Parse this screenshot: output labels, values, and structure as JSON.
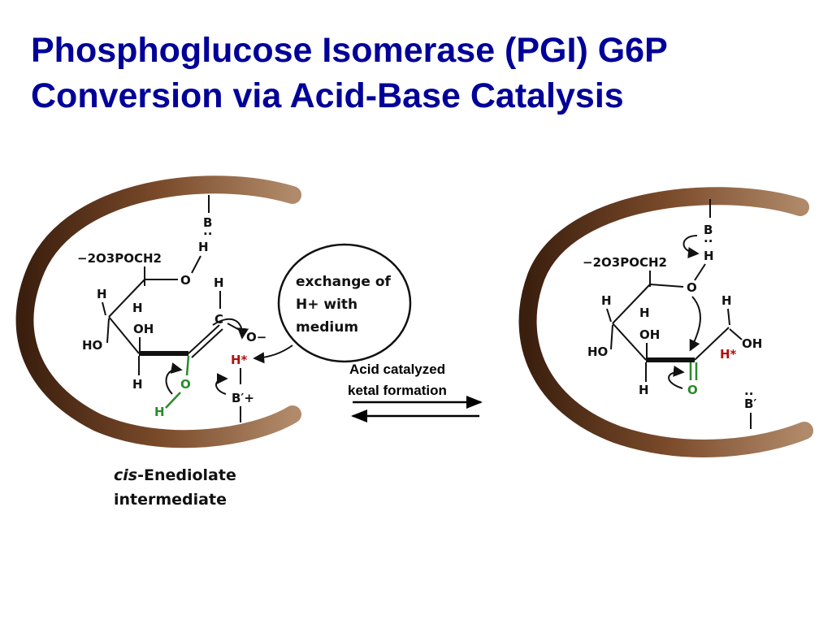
{
  "title": {
    "line1": "Phosphoglucose Isomerase (PGI) G6P",
    "line2": "Conversion via Acid-Base Catalysis"
  },
  "colors": {
    "title": "#000099",
    "enzyme_pocket": "#6b3a1e",
    "highlight_green": "#2a8a2a",
    "highlight_red": "#b01010"
  },
  "left_structure": {
    "base_top": "B",
    "base_top_lonepair": "..",
    "phosphate_group": "−2O3POCH2",
    "ring_oxygen": "O",
    "h_on_base": "H",
    "h_c5": "H",
    "h_c4": "H",
    "oh_c3": "OH",
    "ho_c4": "HO",
    "h_c3": "H",
    "h_c1": "H",
    "c1": "C",
    "oxyanion": "O−",
    "h_star": "H*",
    "base_bottom": "B′+",
    "enol_oxygen": "O",
    "enol_h": "H"
  },
  "exchange_bubble": {
    "line1": "exchange of",
    "line2": "H+ with",
    "line3": "medium"
  },
  "caption": {
    "line1_italic": "cis",
    "line1_rest": "-Enediolate",
    "line2": "intermediate"
  },
  "equilibrium": {
    "label_line1": "Acid catalyzed",
    "label_line2": "ketal formation"
  },
  "right_structure": {
    "base_top": "B",
    "base_top_lonepair": "..",
    "h_on_base": "H",
    "phosphate_group": "−2O3POCH2",
    "ring_oxygen": "O",
    "h_c5": "H",
    "h_c4": "H",
    "oh_c3": "OH",
    "ho_c4": "HO",
    "h_c1": "H",
    "oh_c1": "OH",
    "h_star": "H*",
    "h_c3": "H",
    "carbonyl_oxygen": "O",
    "base_bottom": "B′",
    "base_bottom_lonepair": ".."
  }
}
